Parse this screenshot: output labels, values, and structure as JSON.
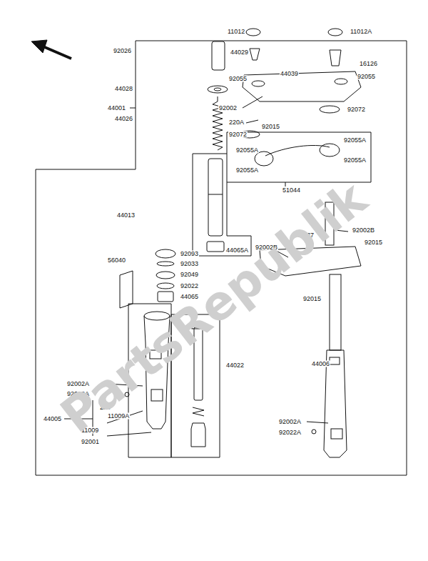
{
  "diagram": {
    "labels": [
      "11012",
      "11012A",
      "92026",
      "44029",
      "16126",
      "92055",
      "44039",
      "92055",
      "44028",
      "44001",
      "92002",
      "92072",
      "44026",
      "220A",
      "92015",
      "92072",
      "92055A",
      "92055A",
      "92055A",
      "92055A",
      "51044",
      "44013",
      "92002B",
      "44037",
      "92015",
      "92002B",
      "44065A",
      "92093",
      "56040",
      "92033",
      "92049",
      "92022",
      "44065",
      "92015",
      "44022",
      "44006",
      "92002A",
      "92022A",
      "220",
      "11009A",
      "44005",
      "92002A",
      "11009",
      "92022A",
      "92001",
      "PartsRepublik"
    ]
  }
}
